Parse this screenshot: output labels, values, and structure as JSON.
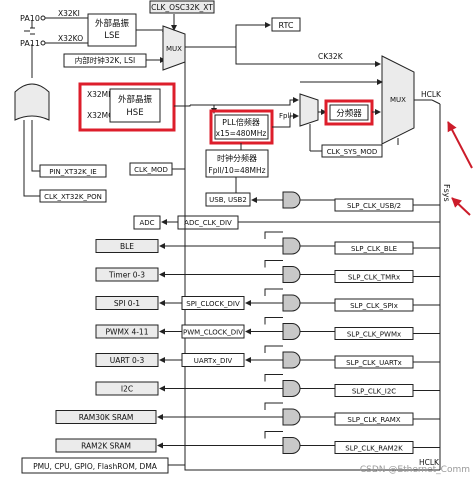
{
  "signals": {
    "pa10": "PA10",
    "pa11": "PA11",
    "x32ki": "X32KI",
    "x32ko": "X32KO",
    "x32mi": "X32MI",
    "x32mo": "X32MO",
    "clk_osc32k_xt": "CLK_OSC32K_XT",
    "ck32k": "CK32K",
    "hclk_top": "HCLK",
    "fsys": "Fsys",
    "fpll": "Fpll",
    "hclk_bottom": "HCLK"
  },
  "blocks": {
    "lse": "外部晶振\nLSE",
    "lsi": "内部时钟32K, LSI",
    "hse": "外部晶振\nHSE",
    "rtc": "RTC",
    "mux1": "MUX",
    "mux2": "MUX",
    "pll": "PLL倍频器\nx15=480MHz",
    "divider": "分频器",
    "clk_sys_mod": "CLK_SYS_MOD",
    "clock_div": "时钟分频器\nFpll/10=48MHz",
    "clk_mod": "CLK_MOD",
    "pin_xt32k_ie": "PIN_XT32K_IE",
    "clk_xt32k_pon": "CLK_XT32K_PON",
    "usb_block": "USB, USB2",
    "adc": "ADC",
    "adc_clk_div": "ADC_CLK_DIV"
  },
  "peripherals": [
    {
      "name": "BLE",
      "div": "",
      "gate": "SLP_CLK_BLE"
    },
    {
      "name": "Timer 0-3",
      "div": "",
      "gate": "SLP_CLK_TMRx"
    },
    {
      "name": "SPI 0-1",
      "div": "SPI_CLOCK_DIV",
      "gate": "SLP_CLK_SPIx"
    },
    {
      "name": "PWMX 4-11",
      "div": "PWM_CLOCK_DIV",
      "gate": "SLP_CLK_PWMx"
    },
    {
      "name": "UART 0-3",
      "div": "UARTx_DIV",
      "gate": "SLP_CLK_UARTx"
    },
    {
      "name": "I2C",
      "div": "",
      "gate": "SLP_CLK_I2C"
    },
    {
      "name": "RAM30K SRAM",
      "div": "",
      "gate": "SLP_CLK_RAMX"
    },
    {
      "name": "RAM2K SRAM",
      "div": "",
      "gate": "SLP_CLK_RAM2K"
    }
  ],
  "usb_gate": "SLP_CLK_USB/2",
  "bottom_bar": "PMU, CPU, GPIO, FlashROM, DMA",
  "watermark": "CSDN @Ethernet_Comm",
  "colors": {
    "highlight": "#dd1e2b",
    "arrow_red": "#cc1c2a",
    "gate_fill": "#c8c8c8",
    "block_fill": "#ebebeb",
    "line": "#222222"
  }
}
